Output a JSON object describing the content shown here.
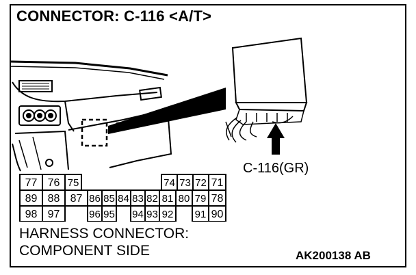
{
  "title": "CONNECTOR: C-116 <A/T>",
  "connector_label": "C-116(GR)",
  "caption": {
    "line1": "HARNESS CONNECTOR:",
    "line2": "COMPONENT SIDE"
  },
  "figure_id": "AK200138 AB",
  "pins": {
    "row1": [
      {
        "label": "77"
      },
      {
        "label": "76"
      },
      {
        "label": "75"
      },
      {
        "label": "74"
      },
      {
        "label": "73"
      },
      {
        "label": "72"
      },
      {
        "label": "71"
      }
    ],
    "row2": [
      {
        "label": "89"
      },
      {
        "label": "88"
      },
      {
        "label": "87"
      },
      {
        "label": "86"
      },
      {
        "label": "85"
      },
      {
        "label": "84"
      },
      {
        "label": "83"
      },
      {
        "label": "82"
      },
      {
        "label": "81"
      },
      {
        "label": "80"
      },
      {
        "label": "79"
      },
      {
        "label": "78"
      }
    ],
    "row3": [
      {
        "label": "98"
      },
      {
        "label": "97"
      },
      {
        "label": "96"
      },
      {
        "label": "95"
      },
      {
        "label": "94"
      },
      {
        "label": "93"
      },
      {
        "label": "92"
      },
      {
        "label": "91"
      },
      {
        "label": "90"
      }
    ]
  }
}
